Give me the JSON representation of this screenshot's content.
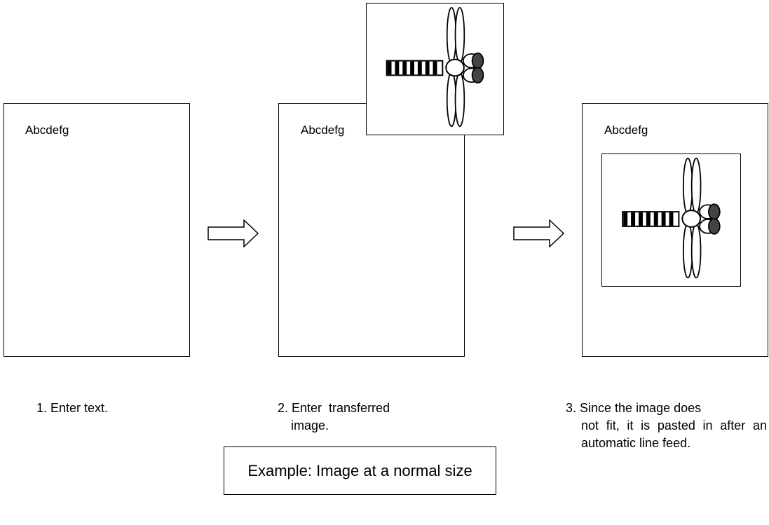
{
  "steps": [
    {
      "page_text": "Abcdefg",
      "caption_first": "1. Enter text.",
      "caption_rest": ""
    },
    {
      "page_text": "Abcdefg",
      "caption_first": "2. Enter  transferred",
      "caption_rest": "image."
    },
    {
      "page_text": "Abcdefg",
      "caption_first": "3. Since the image does",
      "caption_rest": "not fit, it is pasted in after an automatic line feed."
    }
  ],
  "example_caption": "Example: Image at a normal size",
  "image_icon": "dragonfly-icon",
  "arrow_icon": "right-arrow-icon"
}
